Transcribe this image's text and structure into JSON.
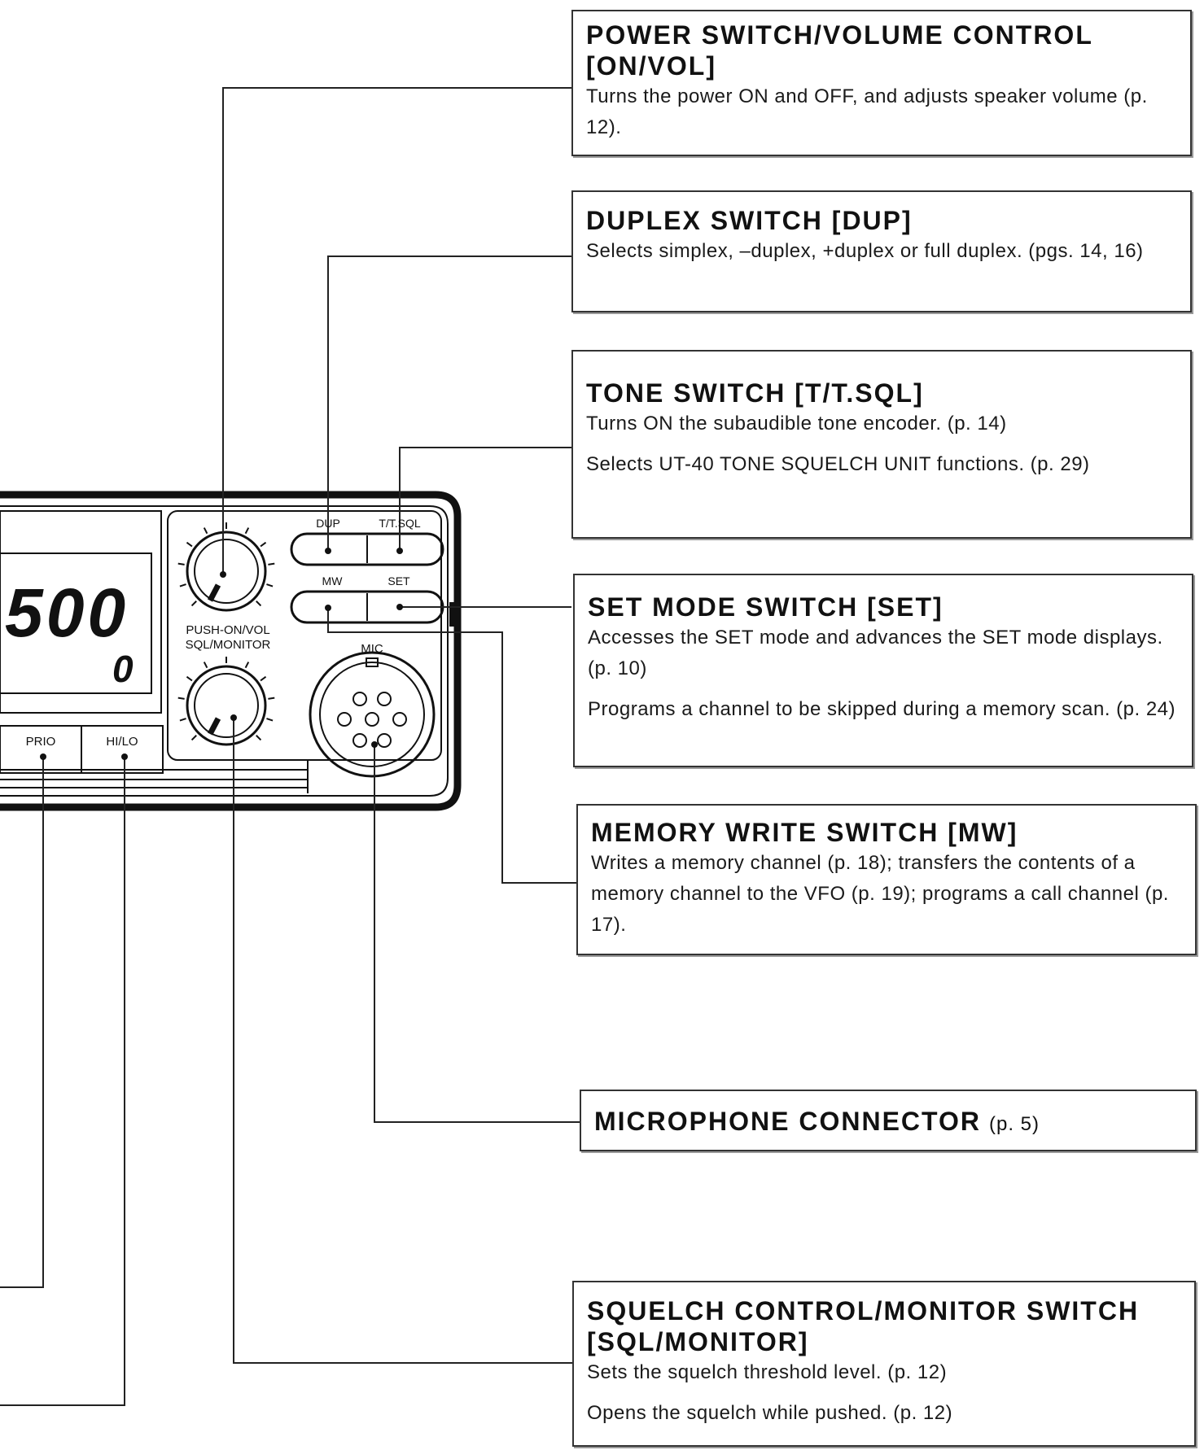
{
  "callouts": {
    "power": {
      "title": "POWER SWITCH/VOLUME CONTROL [ON/VOL]",
      "lines": [
        "Turns the power ON and OFF, and adjusts speaker volume (p. 12)."
      ]
    },
    "duplex": {
      "title": "DUPLEX SWITCH [DUP]",
      "lines": [
        "Selects simplex, –duplex, +duplex or full duplex. (pgs. 14, 16)"
      ]
    },
    "tone": {
      "title": "TONE SWITCH [T/T.SQL]",
      "lines": [
        "Turns ON the subaudible tone encoder. (p. 14)",
        "Selects UT-40 TONE SQUELCH UNIT functions. (p. 29)"
      ]
    },
    "set": {
      "title": "SET MODE SWITCH [SET]",
      "lines": [
        "Accesses the SET mode and advances the SET mode displays. (p. 10)",
        "Programs a channel to be skipped during a memory scan. (p. 24)"
      ]
    },
    "mw": {
      "title": "MEMORY WRITE SWITCH [MW]",
      "lines": [
        "Writes a memory channel (p. 18); transfers the contents of a memory channel to the VFO (p. 19); programs a call channel (p. 17)."
      ]
    },
    "mic": {
      "title": "MICROPHONE CONNECTOR",
      "page_ref": "(p. 5)"
    },
    "sql": {
      "title": "SQUELCH CONTROL/MONITOR SWITCH [SQL/MONITOR]",
      "lines": [
        "Sets the squelch threshold level. (p. 12)",
        "Opens the squelch while pushed. (p. 12)"
      ]
    }
  },
  "panel": {
    "display_main": "500",
    "display_sub": "0",
    "knob_label_line1": "PUSH-ON/VOL",
    "knob_label_line2": "SQL/MONITOR",
    "button_dup": "DUP",
    "button_tone": "T/T.SQL",
    "button_mw": "MW",
    "button_set": "SET",
    "mic_label": "MIC",
    "button_prio": "PRIO",
    "button_hilo": "HI/LO"
  }
}
